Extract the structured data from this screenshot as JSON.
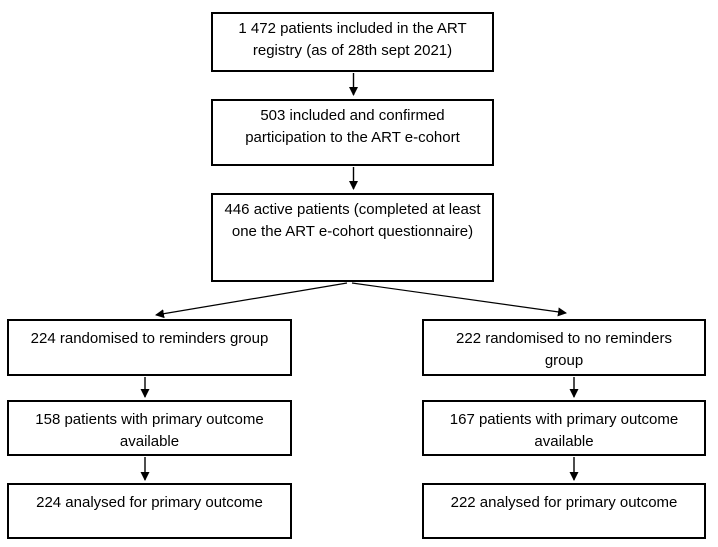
{
  "diagram": {
    "type": "flowchart",
    "title": "ART e-cohort randomisation flow",
    "colors": {
      "box_border": "#000000",
      "box_background": "#ffffff",
      "text": "#000000",
      "arrow": "#000000"
    },
    "boxes": {
      "registry": {
        "text": "1 472 patients included in the ART registry (as of 28th sept 2021)"
      },
      "included": {
        "text": "503 included and confirmed participation to the ART e-cohort"
      },
      "active": {
        "text": "446 active patients (completed at least one the ART e-cohort questionnaire)"
      },
      "left_randomised": {
        "text": "224 randomised to reminders group"
      },
      "left_primary": {
        "text": "158 patients with primary outcome available"
      },
      "left_analysed": {
        "text": "224 analysed for primary outcome"
      },
      "right_randomised": {
        "text": "222 randomised to no reminders group"
      },
      "right_primary": {
        "text": "167 patients with primary outcome available"
      },
      "right_analysed": {
        "text": "222 analysed for primary outcome"
      }
    },
    "edges": [
      {
        "from": "registry",
        "to": "included"
      },
      {
        "from": "included",
        "to": "active"
      },
      {
        "from": "active",
        "to": "left_randomised"
      },
      {
        "from": "active",
        "to": "right_randomised"
      },
      {
        "from": "left_randomised",
        "to": "left_primary"
      },
      {
        "from": "left_primary",
        "to": "left_analysed"
      },
      {
        "from": "right_randomised",
        "to": "right_primary"
      },
      {
        "from": "right_primary",
        "to": "right_analysed"
      }
    ]
  }
}
